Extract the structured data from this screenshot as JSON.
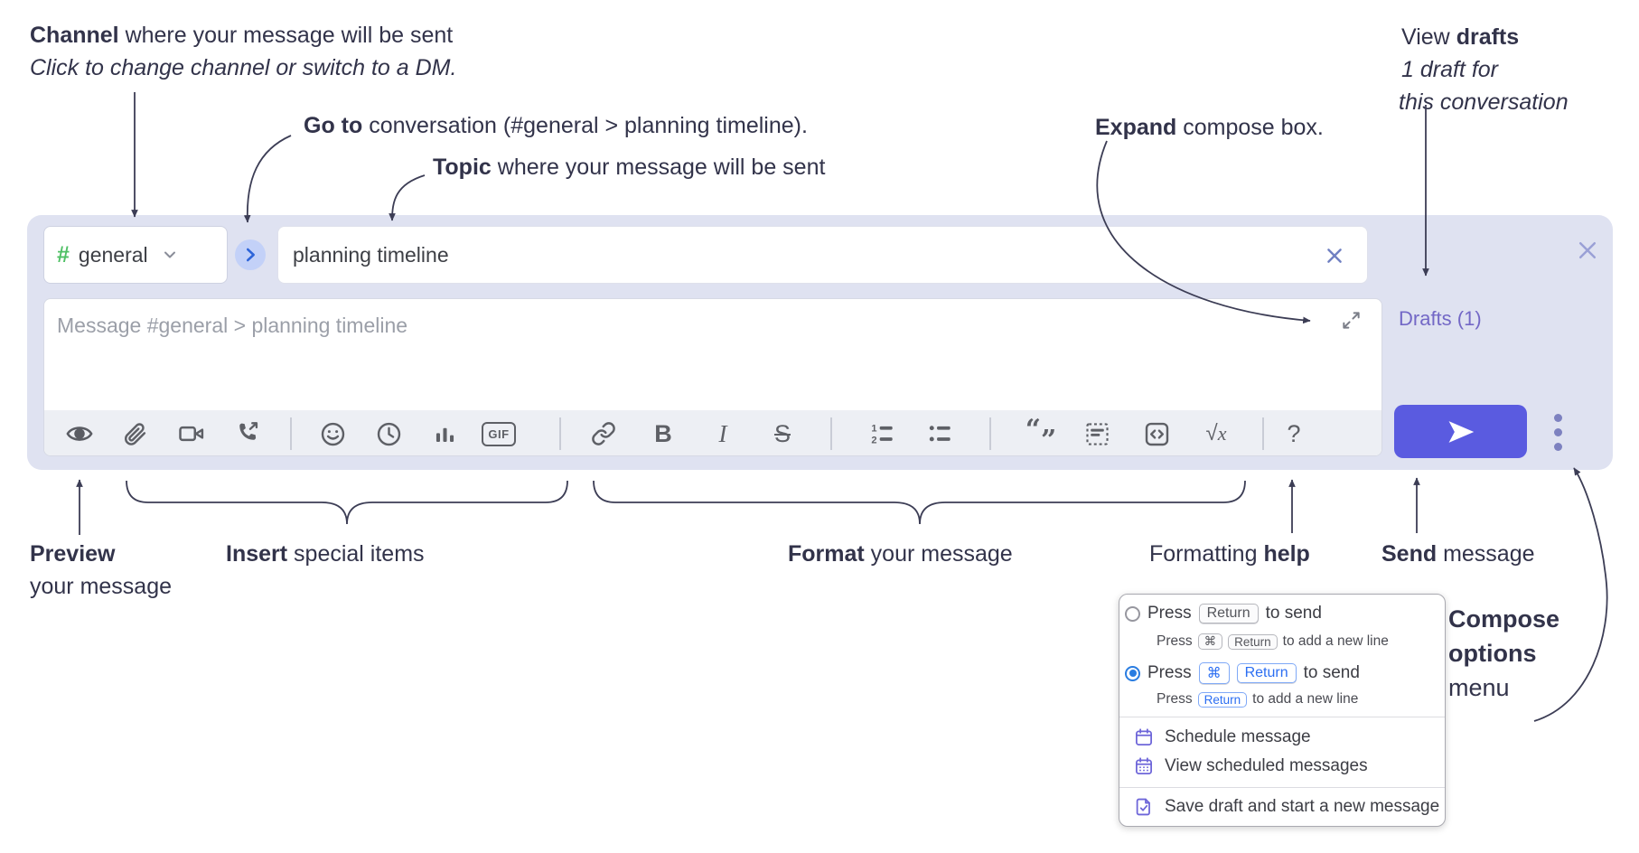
{
  "annotations": {
    "channel_line1_bold": "Channel",
    "channel_line1_rest": " where your message will be sent",
    "channel_line2": "Click to change channel or switch to a DM.",
    "goto_bold": "Go to",
    "goto_rest": " conversation (#general > planning timeline).",
    "topic_bold": "Topic",
    "topic_rest": " where your message will be sent",
    "expand_bold": "Expand",
    "expand_rest": " compose box.",
    "drafts_line1_pre": "View ",
    "drafts_line1_bold": "drafts",
    "drafts_line2": "1 draft for",
    "drafts_line3": "this conversation",
    "preview_bold": "Preview",
    "preview_line2": "your message",
    "insert_bold": "Insert",
    "insert_rest": " special items",
    "format_bold": "Format",
    "format_rest": " your message",
    "help_pre": "Formatting ",
    "help_bold": "help",
    "send_bold": "Send",
    "send_rest": " message",
    "options_line1": "Compose",
    "options_line2": "options",
    "options_line3": "menu"
  },
  "compose": {
    "channel_name": "general",
    "topic_value": "planning timeline",
    "message_placeholder": "Message #general > planning timeline",
    "drafts_label": "Drafts (1)"
  },
  "glyphs": {
    "hash": "#",
    "gif": "GIF",
    "bold": "B",
    "italic": "I",
    "strike": "S",
    "sqrt": "√",
    "math_x": "x",
    "question": "?",
    "one": "1",
    "two": "2",
    "quote_open": "“",
    "quote_close": "”"
  },
  "popup": {
    "opt1_pre": "Press",
    "opt1_key": "Return",
    "opt1_post": "to send",
    "opt1_sub_pre": "Press",
    "opt1_sub_key1": "⌘",
    "opt1_sub_key2": "Return",
    "opt1_sub_post": "to add a new line",
    "opt2_pre": "Press",
    "opt2_key1": "⌘",
    "opt2_key2": "Return",
    "opt2_post": "to send",
    "opt2_sub_pre": "Press",
    "opt2_sub_key": "Return",
    "opt2_sub_post": "to add a new line",
    "schedule": "Schedule message",
    "view_scheduled": "View scheduled messages",
    "save_draft": "Save draft and start a new message"
  },
  "colors": {
    "compose_bg": "#dfe2f1",
    "send_button": "#5a5be0",
    "hash_green": "#4fc065",
    "drafts_link": "#7368c6",
    "key_blue": "#2b6ef2",
    "menu_icon_purple": "#6e66d9",
    "radio_checked": "#2a7de1",
    "annotation_ink": "#32334a"
  }
}
